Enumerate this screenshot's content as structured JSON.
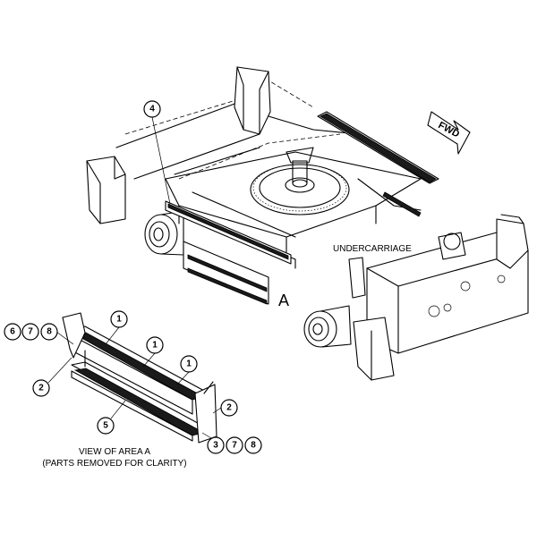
{
  "labels": {
    "undercarriage": "UNDERCARRIAGE",
    "area_marker": "A",
    "fwd": "FWD",
    "view_title": "VIEW OF AREA A",
    "view_subtitle": "(PARTS REMOVED FOR CLARITY)"
  },
  "callouts": {
    "c4": "4",
    "c6": "6",
    "c7a": "7",
    "c8a": "8",
    "c1a": "1",
    "c1b": "1",
    "c1c": "1",
    "c2a": "2",
    "c2b": "2",
    "c5": "5",
    "c3": "3",
    "c7b": "7",
    "c8b": "8"
  }
}
